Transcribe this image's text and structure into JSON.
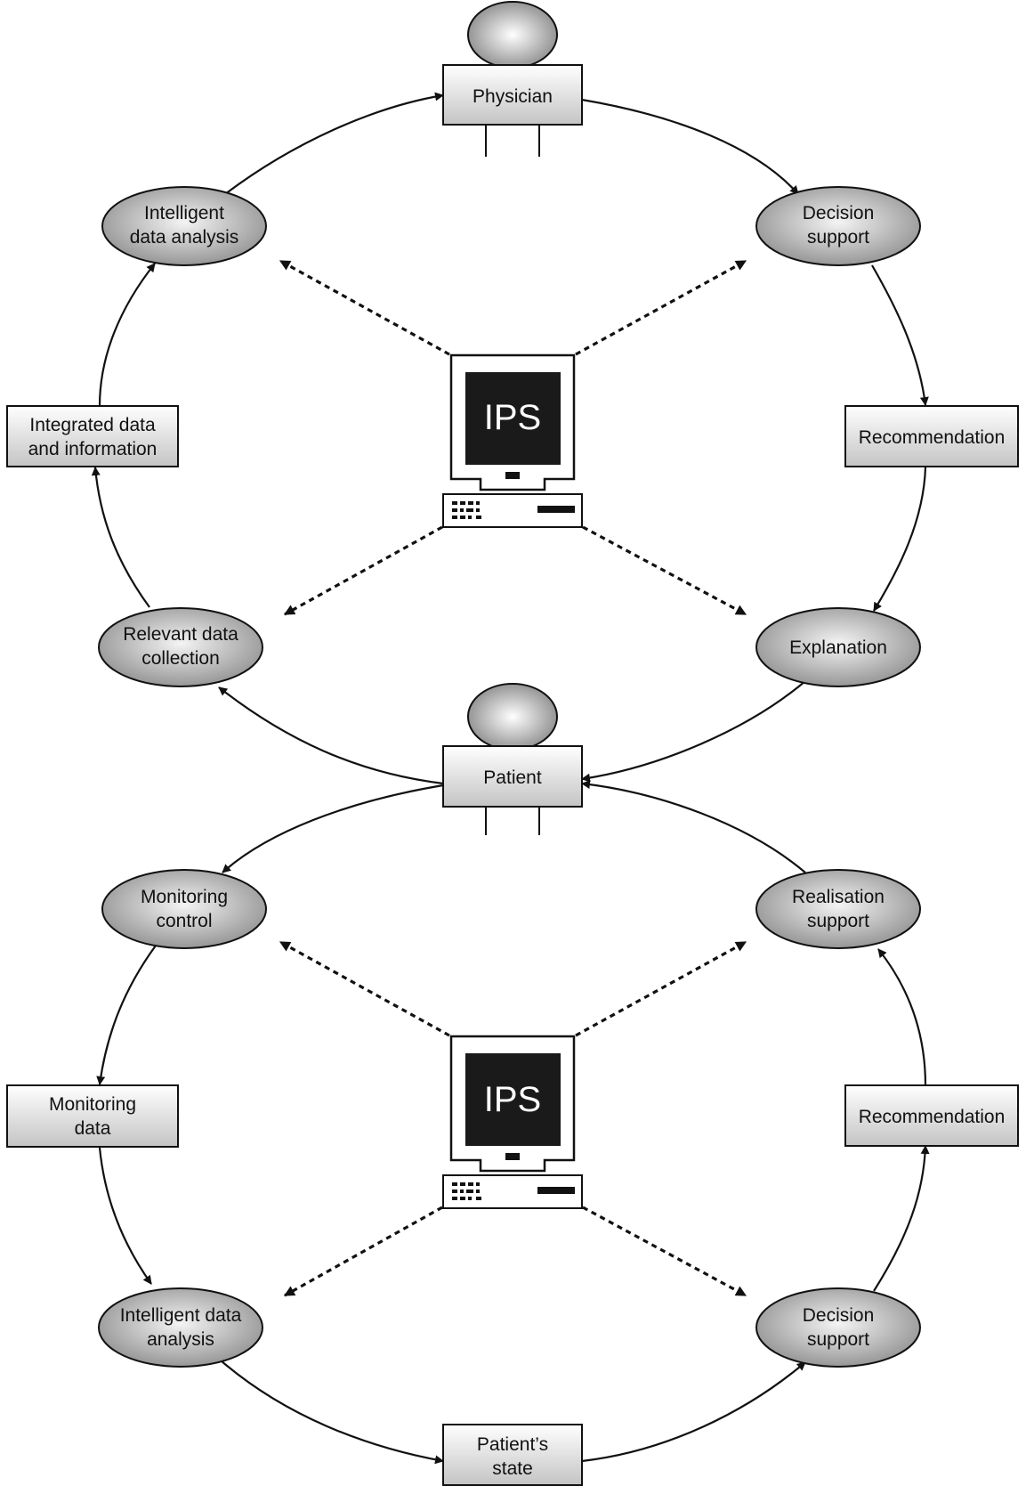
{
  "diagram": {
    "top_cycle": {
      "physician": "Physician",
      "decision_support": [
        "Decision",
        "support"
      ],
      "recommendation": "Recommendation",
      "explanation": "Explanation",
      "relevant_data_collection": [
        "Relevant data",
        "collection"
      ],
      "integrated_data": [
        "Integrated data",
        "and information"
      ],
      "intelligent_data_analysis": [
        "Intelligent",
        "data analysis"
      ],
      "computer_label": "IPS"
    },
    "patient": "Patient",
    "bottom_cycle": {
      "monitoring_control": [
        "Monitoring",
        "control"
      ],
      "monitoring_data": [
        "Monitoring",
        "data"
      ],
      "intelligent_data_analysis": [
        "Intelligent data",
        "analysis"
      ],
      "patients_state": [
        "Patient’s",
        "state"
      ],
      "decision_support": [
        "Decision",
        "support"
      ],
      "recommendation": "Recommendation",
      "realisation_support": [
        "Realisation",
        "support"
      ],
      "computer_label": "IPS"
    }
  },
  "colors": {
    "line": "#111111",
    "screen": "#1a1a1a",
    "box_fill_light": "#ffffff",
    "box_fill_dark": "#c8c8c8",
    "ellipse_fill_dark": "#9a9a9a"
  }
}
